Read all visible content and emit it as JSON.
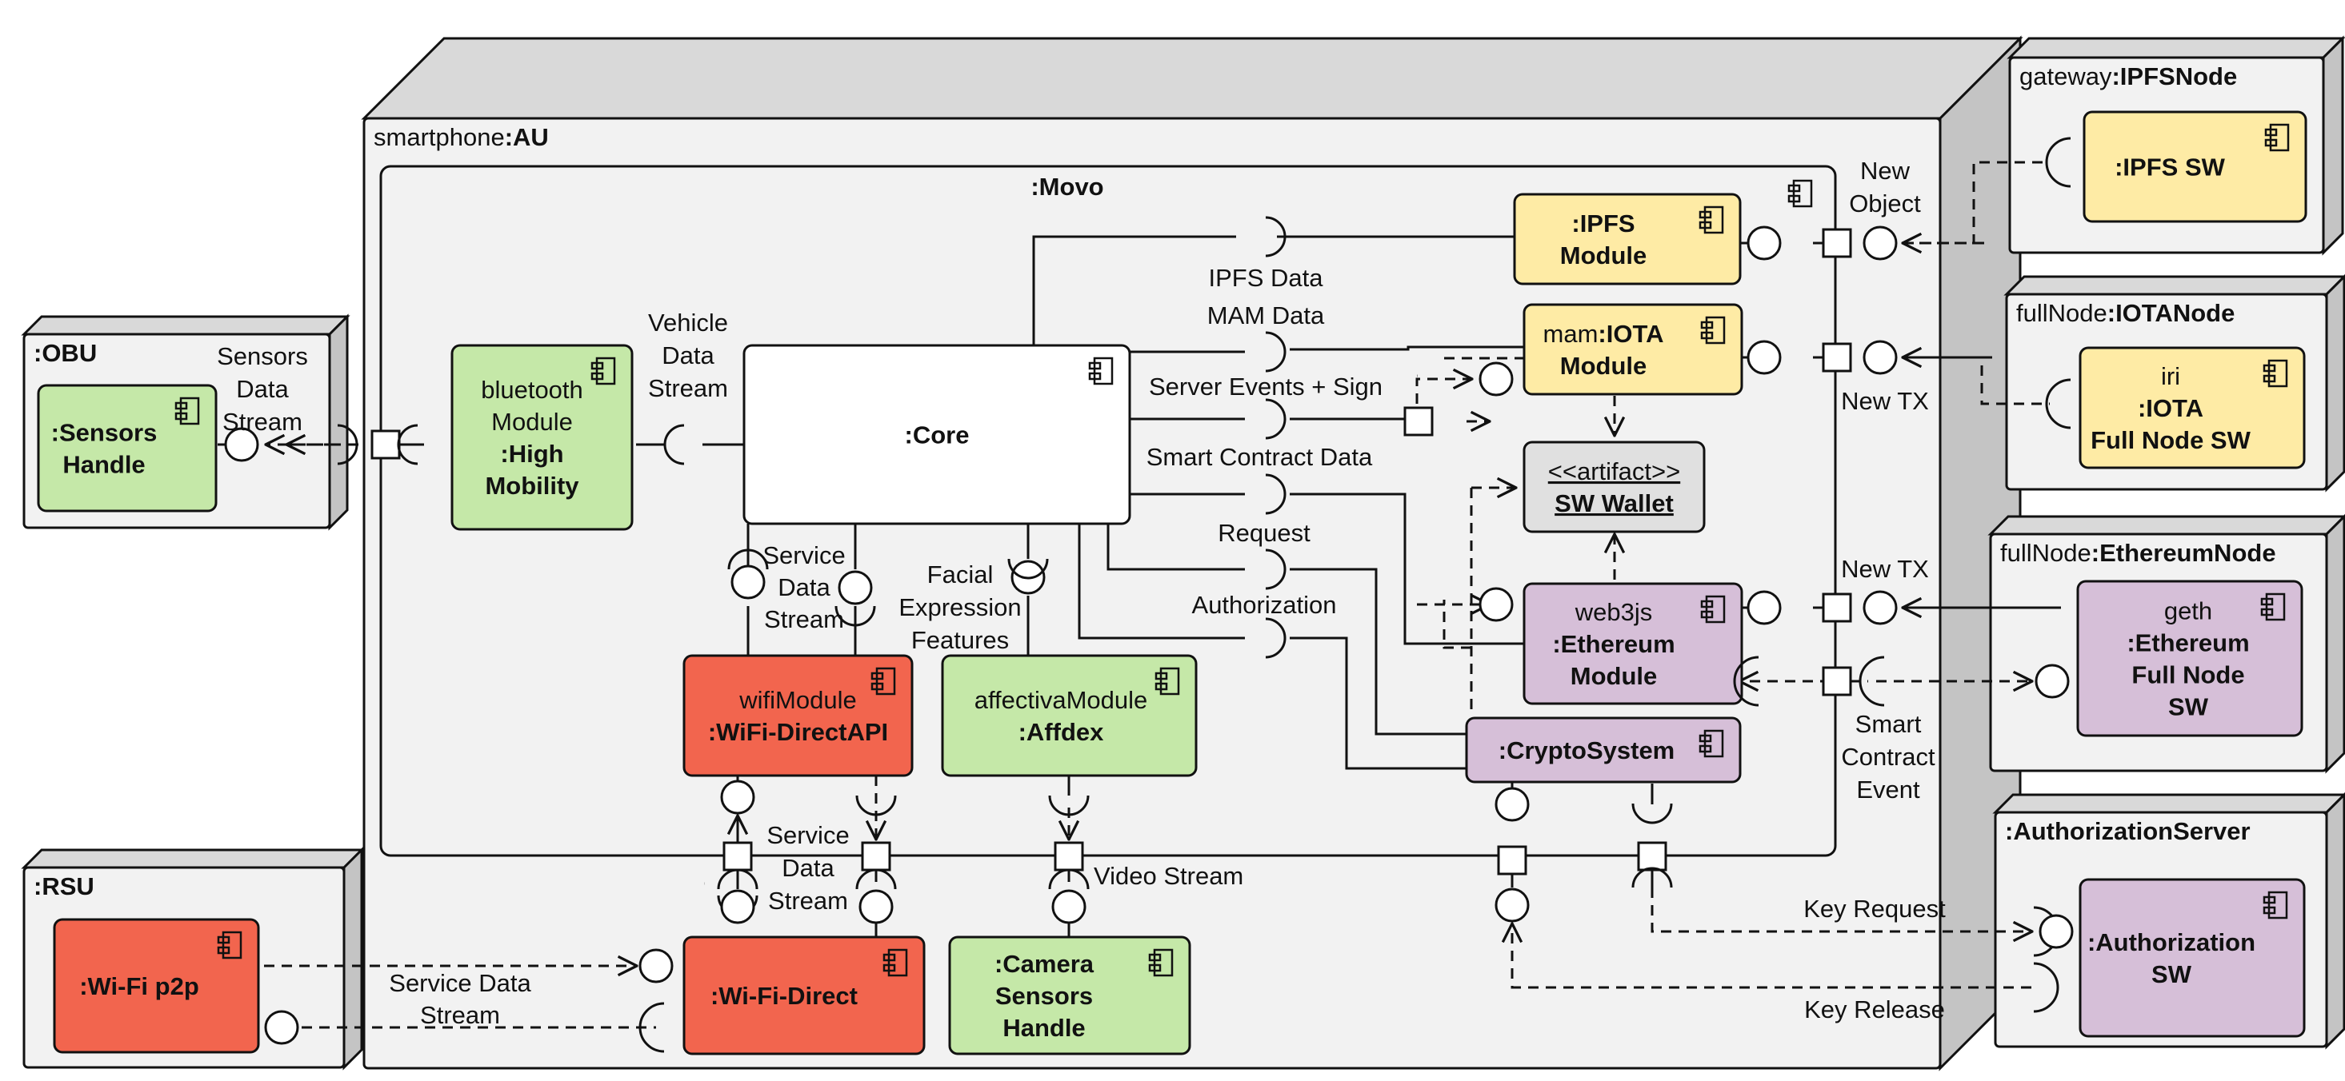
{
  "colors": {
    "green": "#c5e8a8",
    "yellow": "#feeba5",
    "purple": "#d6bfd8",
    "red": "#f2654e",
    "grey": "#e0e0e0",
    "white": "#ffffff"
  },
  "nodes": {
    "smartphone": {
      "label": [
        {
          "t": "smartphone"
        },
        {
          "t": ":AU",
          "b": true
        }
      ]
    },
    "obu": {
      "label": [
        {
          "t": ":OBU",
          "b": true
        }
      ]
    },
    "rsu": {
      "label": [
        {
          "t": ":RSU",
          "b": true
        }
      ]
    },
    "ipfs_node": {
      "label": [
        {
          "t": "gateway"
        },
        {
          "t": ":IPFSNode",
          "b": true
        }
      ]
    },
    "iota_node": {
      "label": [
        {
          "t": "fullNode"
        },
        {
          "t": ":IOTANode",
          "b": true
        }
      ]
    },
    "eth_node": {
      "label": [
        {
          "t": "fullNode"
        },
        {
          "t": ":EthereumNode",
          "b": true
        }
      ]
    },
    "auth_server": {
      "label": [
        {
          "t": ":AuthorizationServer",
          "b": true
        }
      ]
    }
  },
  "movo": {
    "label": [
      {
        "t": ":Movo",
        "b": true
      }
    ]
  },
  "components": {
    "core": {
      "lines": [
        [
          {
            "t": ":Core",
            "b": true
          }
        ]
      ]
    },
    "bluetooth": {
      "lines": [
        [
          {
            "t": "bluetooth"
          }
        ],
        [
          {
            "t": "Module"
          }
        ],
        [
          {
            "t": ":High",
            "b": true
          }
        ],
        [
          {
            "t": "Mobility",
            "b": true
          }
        ]
      ]
    },
    "ipfs_module": {
      "lines": [
        [
          {
            "t": ":IPFS",
            "b": true
          }
        ],
        [
          {
            "t": "Module",
            "b": true
          }
        ]
      ]
    },
    "iota_module": {
      "lines": [
        [
          {
            "t": "mam"
          },
          {
            "t": ":IOTA",
            "b": true
          }
        ],
        [
          {
            "t": "Module",
            "b": true
          }
        ]
      ]
    },
    "sw_wallet": {
      "lines": [
        [
          {
            "t": "<<artifact>>",
            "u": true
          }
        ],
        [
          {
            "t": "SW Wallet",
            "b": true,
            "u": true
          }
        ]
      ]
    },
    "ethereum_module": {
      "lines": [
        [
          {
            "t": "web3js"
          }
        ],
        [
          {
            "t": ":Ethereum",
            "b": true
          }
        ],
        [
          {
            "t": "Module",
            "b": true
          }
        ]
      ]
    },
    "crypto_system": {
      "lines": [
        [
          {
            "t": ":CryptoSystem",
            "b": true
          }
        ]
      ]
    },
    "wifi_module": {
      "lines": [
        [
          {
            "t": "wifiModule"
          }
        ],
        [
          {
            "t": ":WiFi-DirectAPI",
            "b": true
          }
        ]
      ]
    },
    "affectiva": {
      "lines": [
        [
          {
            "t": "affectivaModule"
          }
        ],
        [
          {
            "t": ":Affdex",
            "b": true
          }
        ]
      ]
    },
    "sensors_handle": {
      "lines": [
        [
          {
            "t": ":Sensors",
            "b": true
          }
        ],
        [
          {
            "t": "Handle",
            "b": true
          }
        ]
      ]
    },
    "wifi_p2p": {
      "lines": [
        [
          {
            "t": ":Wi-Fi p2p",
            "b": true
          }
        ]
      ]
    },
    "wifi_direct": {
      "lines": [
        [
          {
            "t": ":Wi-Fi-Direct",
            "b": true
          }
        ]
      ]
    },
    "camera": {
      "lines": [
        [
          {
            "t": ":Camera",
            "b": true
          }
        ],
        [
          {
            "t": "Sensors",
            "b": true
          }
        ],
        [
          {
            "t": "Handle",
            "b": true
          }
        ]
      ]
    },
    "ipfs_sw": {
      "lines": [
        [
          {
            "t": ":IPFS SW",
            "b": true
          }
        ]
      ]
    },
    "iota_sw": {
      "lines": [
        [
          {
            "t": "iri"
          }
        ],
        [
          {
            "t": ":IOTA",
            "b": true
          }
        ],
        [
          {
            "t": "Full Node SW",
            "b": true
          }
        ]
      ]
    },
    "eth_sw": {
      "lines": [
        [
          {
            "t": "geth"
          }
        ],
        [
          {
            "t": ":Ethereum",
            "b": true
          }
        ],
        [
          {
            "t": "Full Node",
            "b": true
          }
        ],
        [
          {
            "t": "SW",
            "b": true
          }
        ]
      ]
    },
    "auth_sw": {
      "lines": [
        [
          {
            "t": ":Authorization",
            "b": true
          }
        ],
        [
          {
            "t": "SW",
            "b": true
          }
        ]
      ]
    }
  },
  "labels": {
    "sensors_data_stream": [
      "Sensors",
      "Data",
      "Stream"
    ],
    "vehicle_data_stream": [
      "Vehicle",
      "Data",
      "Stream"
    ],
    "ipfs_data": [
      "IPFS Data"
    ],
    "mam_data": [
      "MAM Data"
    ],
    "server_events": [
      "Server Events + Sign"
    ],
    "smart_contract_data": [
      "Smart Contract Data"
    ],
    "request": [
      "Request"
    ],
    "authorization": [
      "Authorization"
    ],
    "service_data_stream_core": [
      "Service",
      "Data",
      "Stream"
    ],
    "facial_expression": [
      "Facial",
      "Expression",
      "Features"
    ],
    "service_data_stream_wifi": [
      "Service",
      "Data",
      "Stream"
    ],
    "video_stream": [
      "Video Stream"
    ],
    "service_data_stream_rsu": [
      "Service Data",
      "Stream"
    ],
    "new_object": [
      "New",
      "Object"
    ],
    "new_tx_iota": [
      "New TX"
    ],
    "new_tx_eth": [
      "New TX"
    ],
    "smart_contract_event": [
      "Smart",
      "Contract",
      "Event"
    ],
    "key_request": [
      "Key Request"
    ],
    "key_release": [
      "Key Release"
    ]
  }
}
